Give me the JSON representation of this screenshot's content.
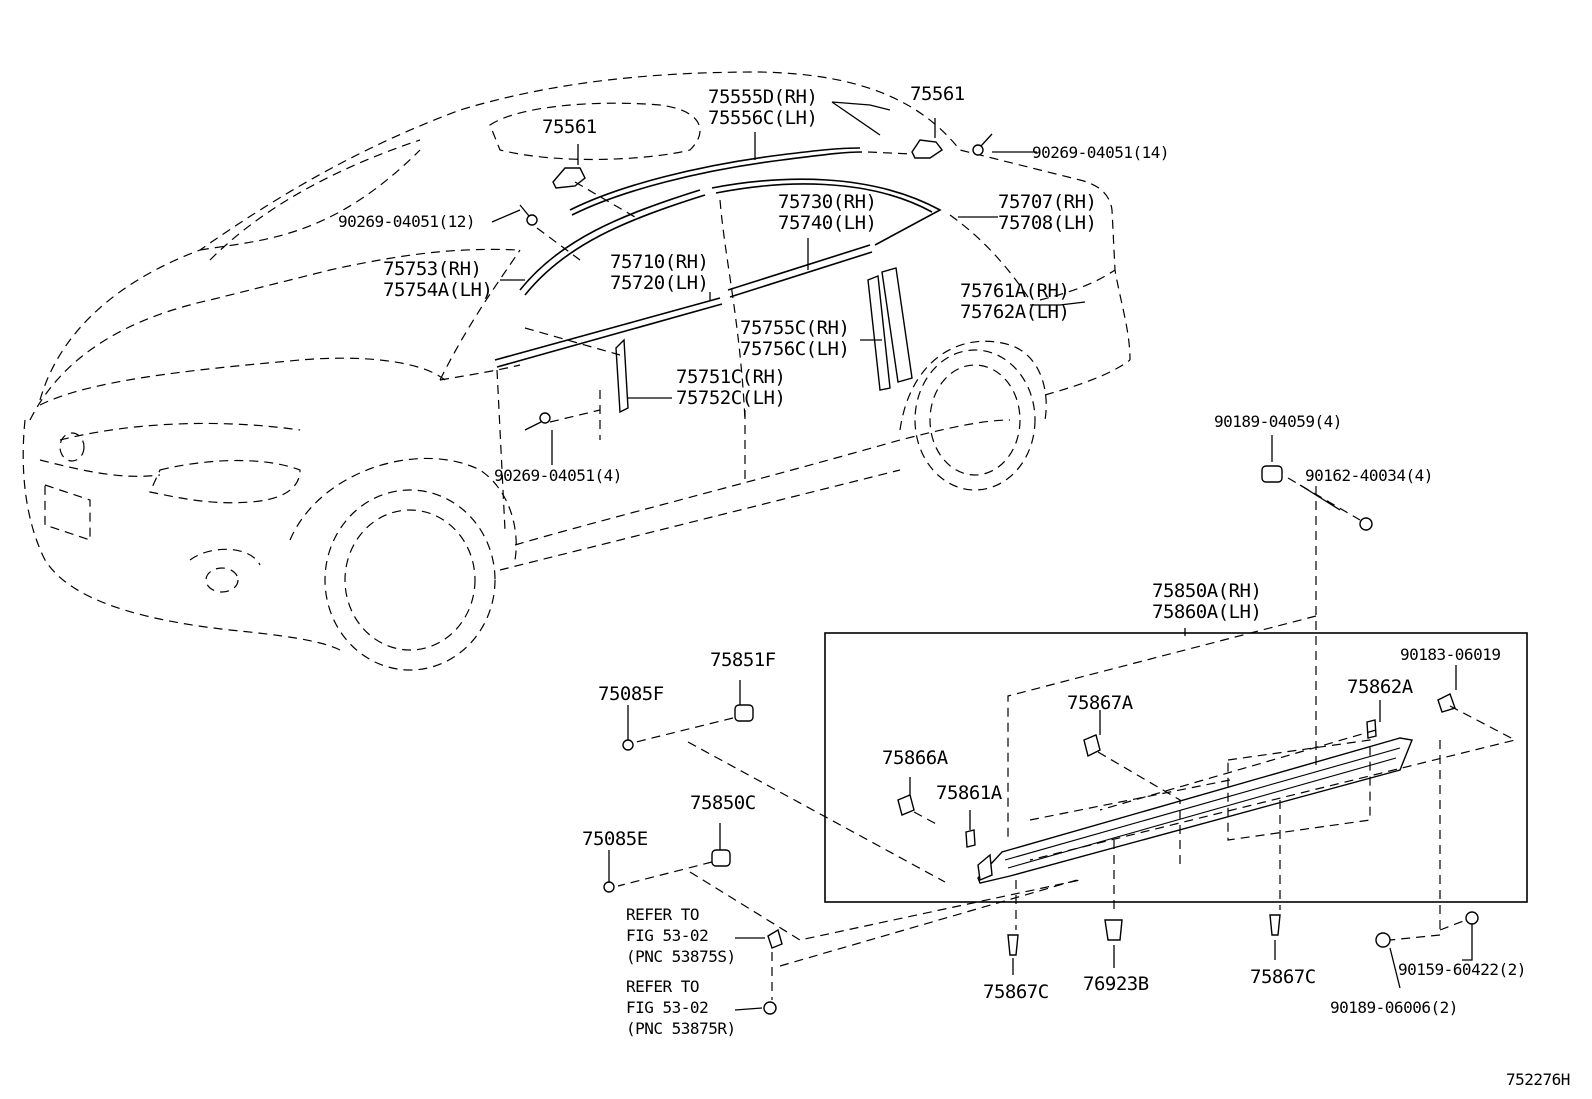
{
  "diagram_id": "752276H",
  "labels": {
    "p75555": [
      "75555D(RH)",
      "75556C(LH)"
    ],
    "p75561_right": "75561",
    "p75561_left": "75561",
    "p90269_14": "90269-04051(14)",
    "p90269_12": "90269-04051(12)",
    "p75730": [
      "75730(RH)",
      "75740(LH)"
    ],
    "p75707": [
      "75707(RH)",
      "75708(LH)"
    ],
    "p75753": [
      "75753(RH)",
      "75754A(LH)"
    ],
    "p75710": [
      "75710(RH)",
      "75720(LH)"
    ],
    "p75761": [
      "75761A(RH)",
      "75762A(LH)"
    ],
    "p75755": [
      "75755C(RH)",
      "75756C(LH)"
    ],
    "p75751": [
      "75751C(RH)",
      "75752C(LH)"
    ],
    "p90269_4": "90269-04051(4)",
    "p90189_4": "90189-04059(4)",
    "p90162": "90162-40034(4)",
    "p75850A": [
      "75850A(RH)",
      "75860A(LH)"
    ],
    "p75851F": "75851F",
    "p75085F": "75085F",
    "p90183": "90183-06019",
    "p75867A": "75867A",
    "p75862A": "75862A",
    "p75866A": "75866A",
    "p75861A": "75861A",
    "p75850C": "75850C",
    "p75085E": "75085E",
    "refer1": [
      "REFER TO",
      "FIG 53-02",
      "(PNC 53875S)"
    ],
    "refer2": [
      "REFER TO",
      "FIG 53-02",
      "(PNC 53875R)"
    ],
    "p75867C_left": "75867C",
    "p76923B": "76923B",
    "p75867C_right": "75867C",
    "p90159": "90159-60422(2)",
    "p90189_2": "90189-06006(2)"
  }
}
